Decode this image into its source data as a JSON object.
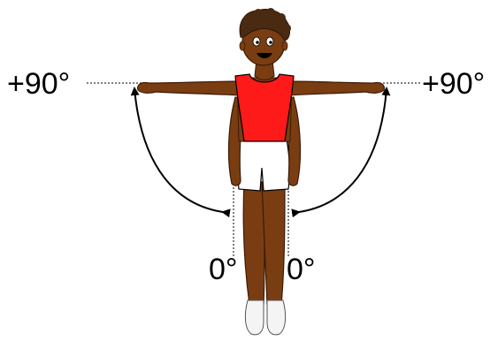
{
  "labels": {
    "left_raised": "+90°",
    "right_raised": "+90°",
    "left_rest": "0°",
    "right_rest": "0°"
  },
  "colors": {
    "skin": "#7a3d12",
    "skin_outline": "#3a1a06",
    "hair": "#4a2a10",
    "shirt": "#ff1a1a",
    "shorts": "#ffffff",
    "outline": "#000000"
  }
}
